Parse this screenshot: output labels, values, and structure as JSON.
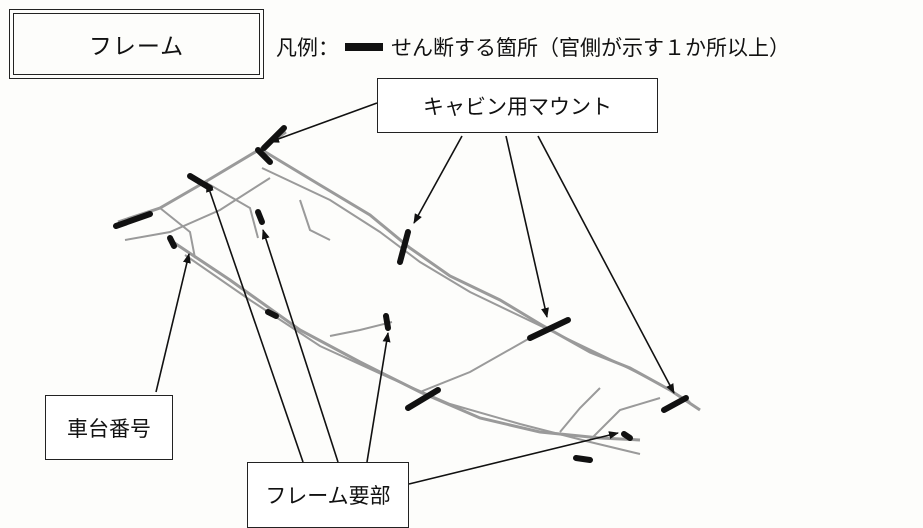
{
  "title": "フレーム",
  "legend": {
    "prefix": "凡例：",
    "text": "せん断する箇所（官側が示す１か所以上）",
    "mark_color": "#111111"
  },
  "labels": {
    "cabin_mount": "キャビン用マウント",
    "vin": "車台番号",
    "frame_main": "フレーム要部"
  }
}
